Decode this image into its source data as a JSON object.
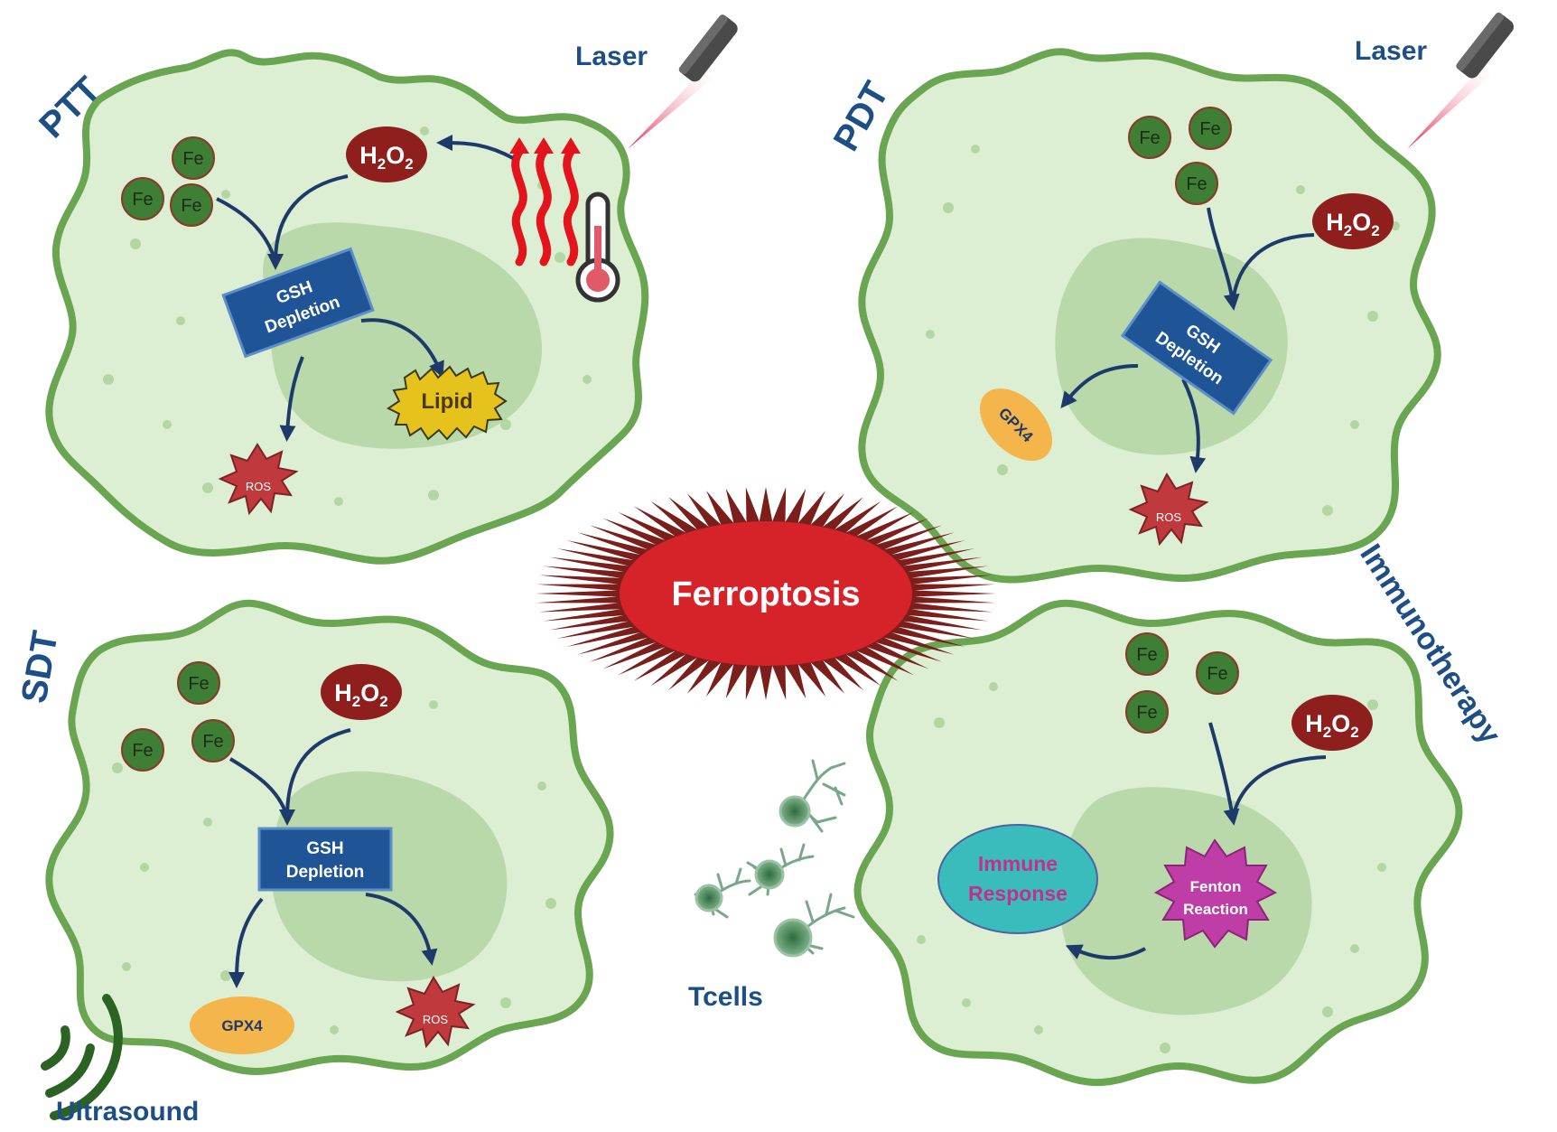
{
  "center": {
    "label": "Ferroptosis"
  },
  "therapies": {
    "ptt": "PTT",
    "pdt": "PDT",
    "sdt": "SDT",
    "immuno": "Immunotherapy"
  },
  "labels": {
    "laser": "Laser",
    "ultrasound": "Ultrasound",
    "tcells": "Tcells",
    "fe": "Fe",
    "h2o2_h": "H",
    "h2o2_2a": "2",
    "h2o2_o": "O",
    "h2o2_2b": "2",
    "gsh": "GSH",
    "depletion": "Depletion",
    "ros": "ROS",
    "gpx4": "GPX4",
    "lipid": "Lipid",
    "immune1": "Immune",
    "immune2": "Response",
    "fenton1": "Fenton",
    "fenton2": "Reaction"
  },
  "colors": {
    "cell_fill": "#dcefd3",
    "cell_border": "#6aa552",
    "nucleus": "#b9d9aa",
    "fe_fill": "#3f7f35",
    "h2o2_fill": "#8e1f1c",
    "gsh_box": "#1f5597",
    "ros": "#c03a3d",
    "gpx4": "#f4b54a",
    "lipid": "#e6c31c",
    "immune": "#3bbcbc",
    "fenton": "#bf3da6",
    "ferroptosis_red": "#d6232a",
    "ferroptosis_spikes": "#7a1f1b",
    "text_blue": "#1d4f86",
    "laser_beam": "#e0244a"
  },
  "icons": [
    "laser-icon",
    "thermometer-icon",
    "heat-waves-icon",
    "ultrasound-icon",
    "tcell-icon"
  ]
}
